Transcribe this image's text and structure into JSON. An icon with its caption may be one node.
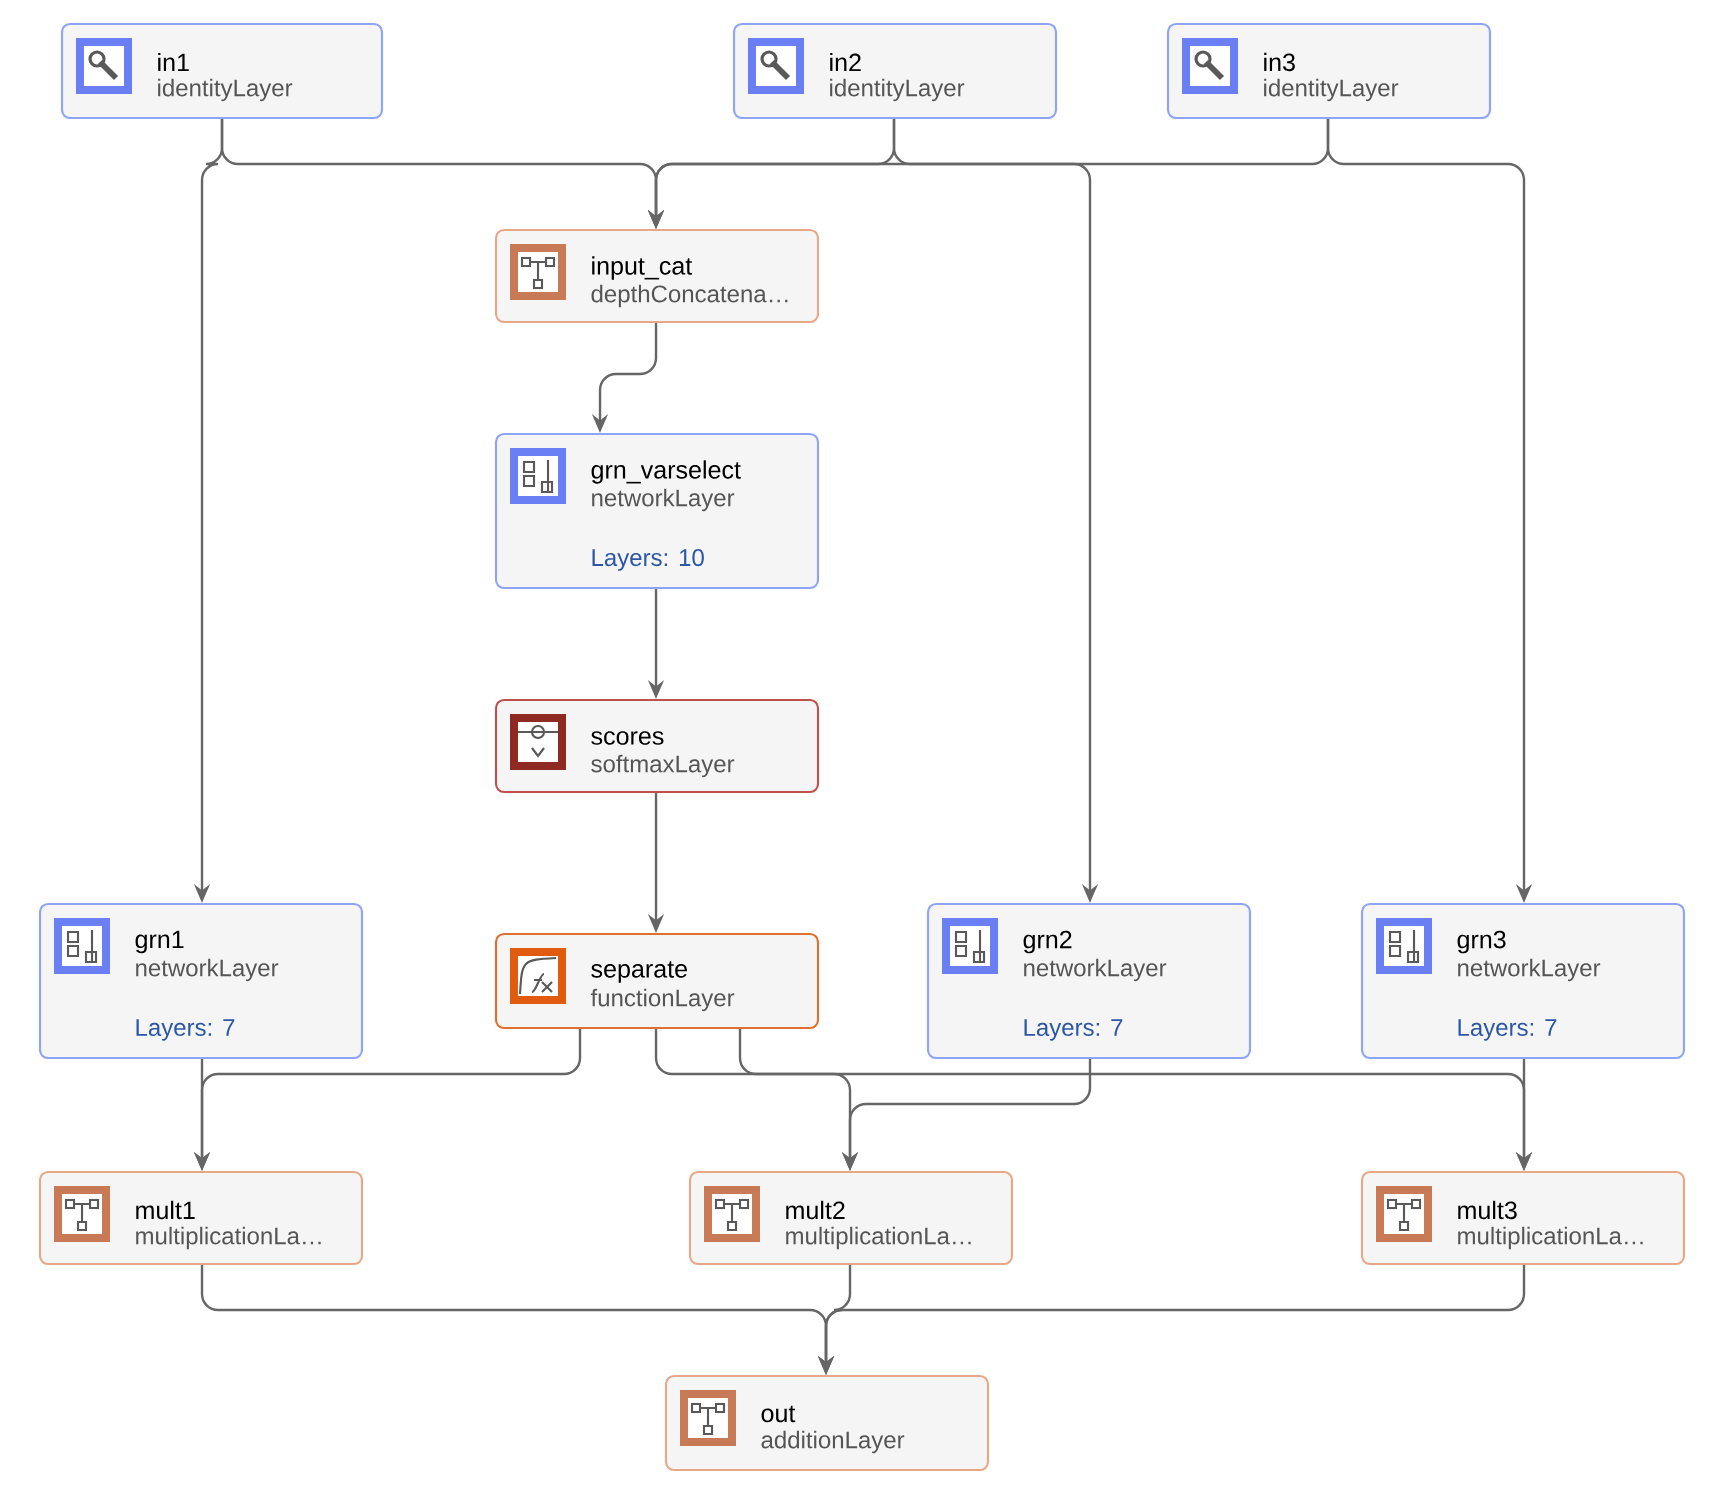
{
  "diagram": {
    "nodes": [
      {
        "text": [
          "in1",
          "identityLayer"
        ]
      },
      {
        "text": [
          "in2",
          "identityLayer"
        ]
      },
      {
        "text": [
          "in3",
          "identityLayer"
        ]
      },
      {
        "text": [
          "input_cat",
          "depthConcatena…"
        ]
      },
      {
        "text": [
          "grn_varselect",
          "networkLayer",
          "Layers: 10"
        ]
      },
      {
        "text": [
          "scores",
          "softmaxLayer"
        ]
      },
      {
        "text": [
          "grn1",
          "networkLayer",
          "Layers: 7"
        ]
      },
      {
        "text": [
          "separate",
          "functionLayer"
        ]
      },
      {
        "text": [
          "grn2",
          "networkLayer",
          "Layers: 7"
        ]
      },
      {
        "text": [
          "grn3",
          "networkLayer",
          "Layers: 7"
        ]
      },
      {
        "text": [
          "mult1",
          "multiplicationLa…"
        ]
      },
      {
        "text": [
          "mult2",
          "multiplicationLa…"
        ]
      },
      {
        "text": [
          "mult3",
          "multiplicationLa…"
        ]
      },
      {
        "text": [
          "out",
          "additionLayer"
        ]
      }
    ],
    "edges": [
      {
        "from": 0,
        "to": 3,
        "arrow": "to"
      },
      {
        "from": 1,
        "to": 3,
        "arrow": "to"
      },
      {
        "from": 2,
        "to": 3,
        "arrow": "to"
      },
      {
        "from": 0,
        "to": 6,
        "arrow": "to"
      },
      {
        "from": 1,
        "to": 8,
        "arrow": "to"
      },
      {
        "from": 2,
        "to": 9,
        "arrow": "to"
      },
      {
        "from": 3,
        "to": 4,
        "arrow": "to"
      },
      {
        "from": 4,
        "to": 5,
        "arrow": "to"
      },
      {
        "from": 5,
        "to": 7,
        "arrow": "to"
      },
      {
        "from": 7,
        "to": 10,
        "arrow": "to"
      },
      {
        "from": 6,
        "to": 10,
        "arrow": "to"
      },
      {
        "from": 7,
        "to": 11,
        "arrow": "to"
      },
      {
        "from": 8,
        "to": 11,
        "arrow": "to"
      },
      {
        "from": 7,
        "to": 12,
        "arrow": "to"
      },
      {
        "from": 9,
        "to": 12,
        "arrow": "to"
      },
      {
        "from": 10,
        "to": 13,
        "arrow": "to"
      },
      {
        "from": 11,
        "to": 13,
        "arrow": "to"
      },
      {
        "from": 12,
        "to": 13,
        "arrow": "to"
      }
    ]
  }
}
